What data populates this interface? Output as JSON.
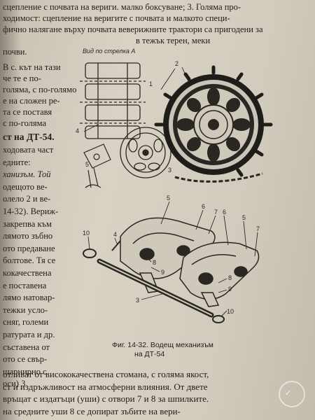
{
  "top_block": [
    "   сцепление с почвата на вериги. малко боксуване; 3. Голяма про-",
    "ходимост: сцепление на веригите с почвата и малкото специ-",
    "фично налягане върху почвата веверижните трактори са пригодени за",
    "в тежък терен, меки",
    "почви."
  ],
  "left_column": [
    "В с. кът на тази",
    "че те е по-",
    "голяма, с по-голямо",
    "е на сложен ре-",
    "та се поставя",
    "с по-голяма"
  ],
  "section_heading": "ст на ДТ-54.",
  "left_column_2": [
    "ходовата част",
    "едните:",
    "ханизъм. Той",
    "одещото ве-",
    "олело 2 и ве-",
    "14-32). Вериж-",
    "закрепва към",
    "лямото зъбно",
    "ото предаване",
    "болтове. Тя се",
    "кокачествена",
    "е поставена",
    "лямо натовар-",
    "тежки усло-",
    "сняг, големи",
    "ратурата и др.",
    "съставена от",
    "ото се свър-",
    "шарнирно с",
    "оси) 3."
  ],
  "bottom_block": [
    "отливат от висококачествена стомана, с голяма якост,",
    "ст и издръжливост на атмосферни влияния. От двете",
    "връщат с издатъци (уши) с отвори 7 и 8 за шпилките.",
    "на средните уши 8 се допират зъбите на вери-"
  ],
  "figure_top": {
    "view_label": "Вид по стрелка А",
    "callouts": [
      "2",
      "1",
      "3",
      "4",
      "5"
    ]
  },
  "figure_bottom": {
    "callouts": [
      "5",
      "6",
      "7",
      "6",
      "5",
      "7",
      "10",
      "4",
      "8",
      "9",
      "3",
      "8",
      "9",
      "10"
    ]
  },
  "caption": {
    "line1": "Фиг. 14-32. Водещ механизъм",
    "line2": "на ДТ-54"
  },
  "colors": {
    "paper": "#d8d2c5",
    "ink": "#1f1d1a"
  }
}
